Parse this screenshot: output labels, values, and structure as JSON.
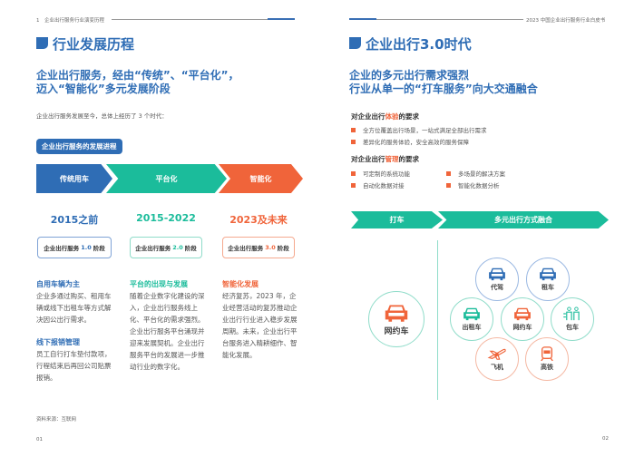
{
  "left": {
    "header": "1　企业出行服务行业演变历程",
    "title": "行业发展历程",
    "subtitle": [
      "企业出行服务，经由“传统”、“平台化”，",
      "迈入“智能化”多元发展阶段"
    ],
    "intro": "企业出行服务发展至今，总体上经历了 3 个时代：",
    "pill": "企业出行服务的发展进程",
    "stages": [
      {
        "chevron": "传统用车",
        "year": "2015之前",
        "box_pre": "企业出行服务 ",
        "box_num": "1.0",
        "box_post": " 阶段",
        "color": "#2f6db5",
        "sections": [
          {
            "heading": "自用车辆为主",
            "text": "企业多通过购买、租用车辆或线下出租车等方式解决因公出行需求。"
          },
          {
            "heading": "线下报销管理",
            "text": "员工自行打车垫付款项，行程结束后再回公司贴票报销。"
          }
        ]
      },
      {
        "chevron": "平台化",
        "year": "2015-2022",
        "box_pre": "企业出行服务 ",
        "box_num": "2.0",
        "box_post": " 阶段",
        "color": "#1bbc9b",
        "sections": [
          {
            "heading": "平台的出现与发展",
            "text": "随着企业数字化建设的深入，企业出行服务线上化、平台化的需求强烈。企业出行服务平台涌现并迎来发展契机。企业出行服务平台的发展进一步推动行业的数字化。"
          }
        ]
      },
      {
        "chevron": "智能化",
        "year": "2023及未来",
        "box_pre": "企业出行服务 ",
        "box_num": "3.0",
        "box_post": " 阶段",
        "color": "#f0643a",
        "sections": [
          {
            "heading": "智能化发展",
            "text": "经济复苏，2023 年，企业经营活动的复苏推动企业出行行业进入稳步发展周期。未来，企业出行平台服务进入精耕细作、智能化发展。"
          }
        ]
      }
    ],
    "source": "资料来源：互联网",
    "page": "01"
  },
  "right": {
    "header": "2023 中国企业出行服务行业白皮书",
    "title": "企业出行3.0时代",
    "subtitle": [
      "企业的多元出行需求强烈",
      "行业从单一的“打车服务”向大交通融合"
    ],
    "exp": {
      "pre": "对企业出行",
      "hl": "体验",
      "post": "的要求",
      "items": [
        "全方位覆盖出行场景，一站式满足全部出行需求",
        "差异化的服务体验，安全高效的服务保障"
      ]
    },
    "mgmt": {
      "pre": "对企业出行",
      "hl": "管理",
      "post": "的要求",
      "items": [
        "可定制的系统功能",
        "多场景的解决方案",
        "自动化数据对接",
        "智能化数据分析"
      ]
    },
    "chevrons": [
      "打车",
      "多元出行方式融合"
    ],
    "big": "网约车",
    "circles": [
      "代驾",
      "租车",
      "出租车",
      "网约车",
      "包车",
      "飞机",
      "高铁"
    ],
    "page": "02"
  },
  "colors": {
    "blue": "#2f6db5",
    "green": "#1bbc9b",
    "orange": "#f0643a"
  }
}
